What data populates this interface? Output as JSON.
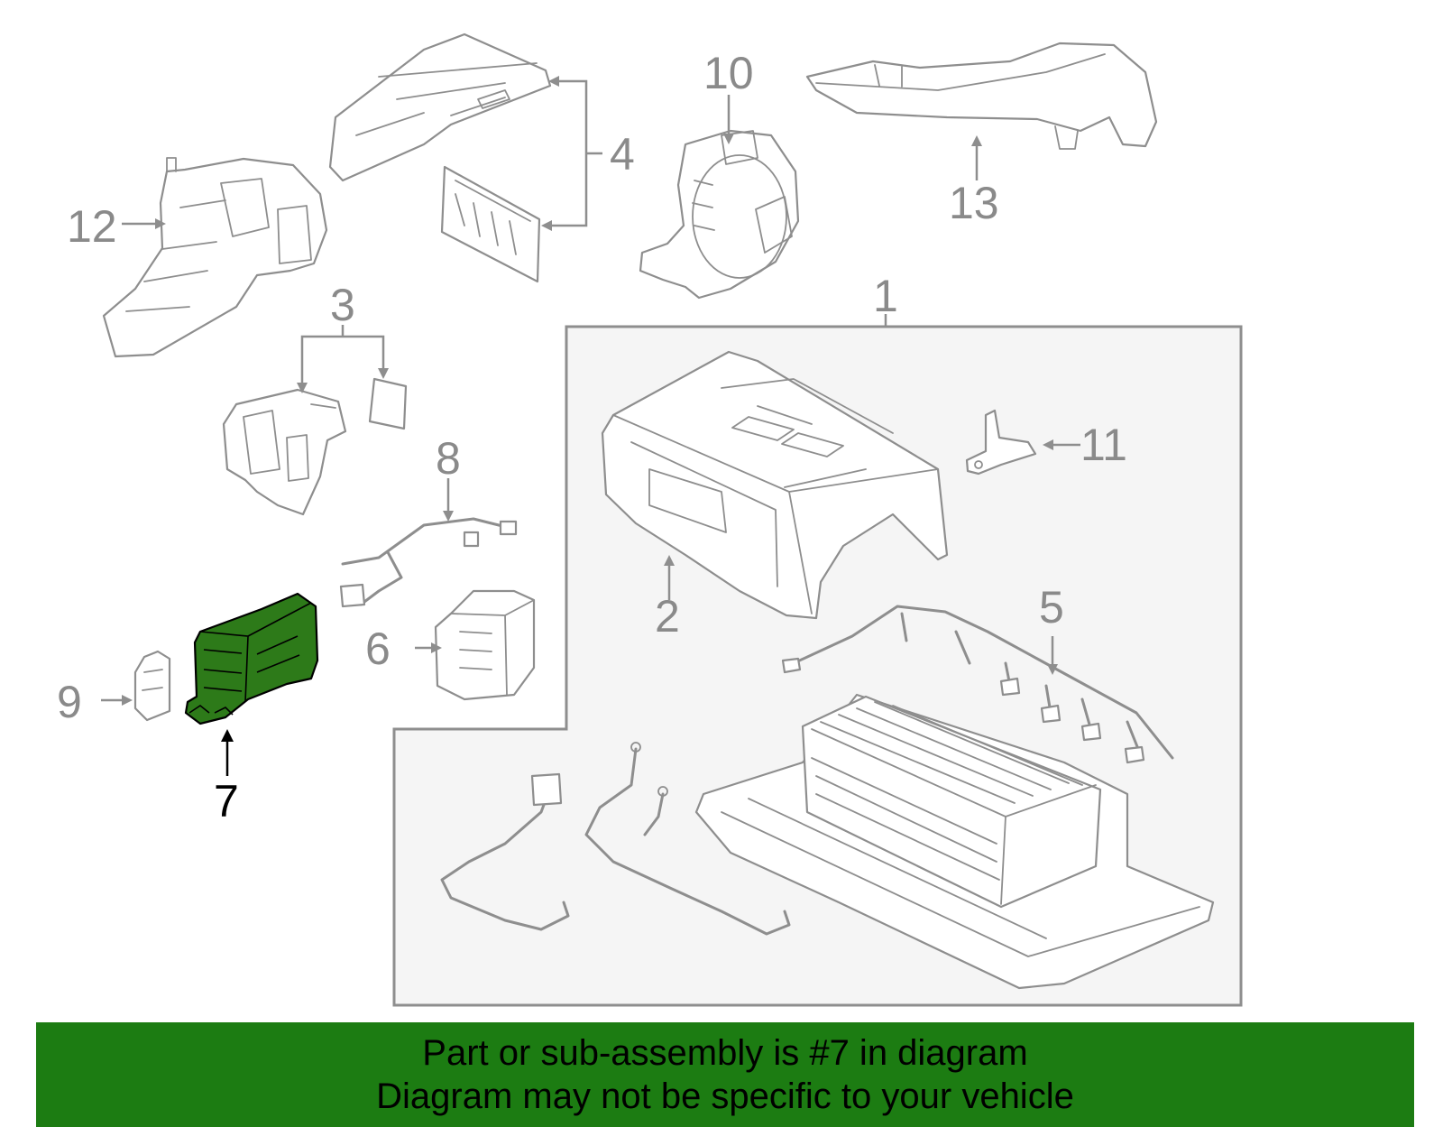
{
  "callouts": {
    "c1": "1",
    "c2": "2",
    "c3": "3",
    "c4": "4",
    "c5": "5",
    "c6": "6",
    "c7": "7",
    "c8": "8",
    "c9": "9",
    "c10": "10",
    "c11": "11",
    "c12": "12",
    "c13": "13"
  },
  "highlighted_part": "7",
  "colors": {
    "highlight": "#2d7a19",
    "banner": "#1c7c12",
    "line": "#8e8e8e",
    "box_fill": "#f5f5f5"
  },
  "banner": {
    "line1": "Part or sub-assembly is #7 in diagram",
    "line2": "Diagram may not be specific to your vehicle"
  }
}
